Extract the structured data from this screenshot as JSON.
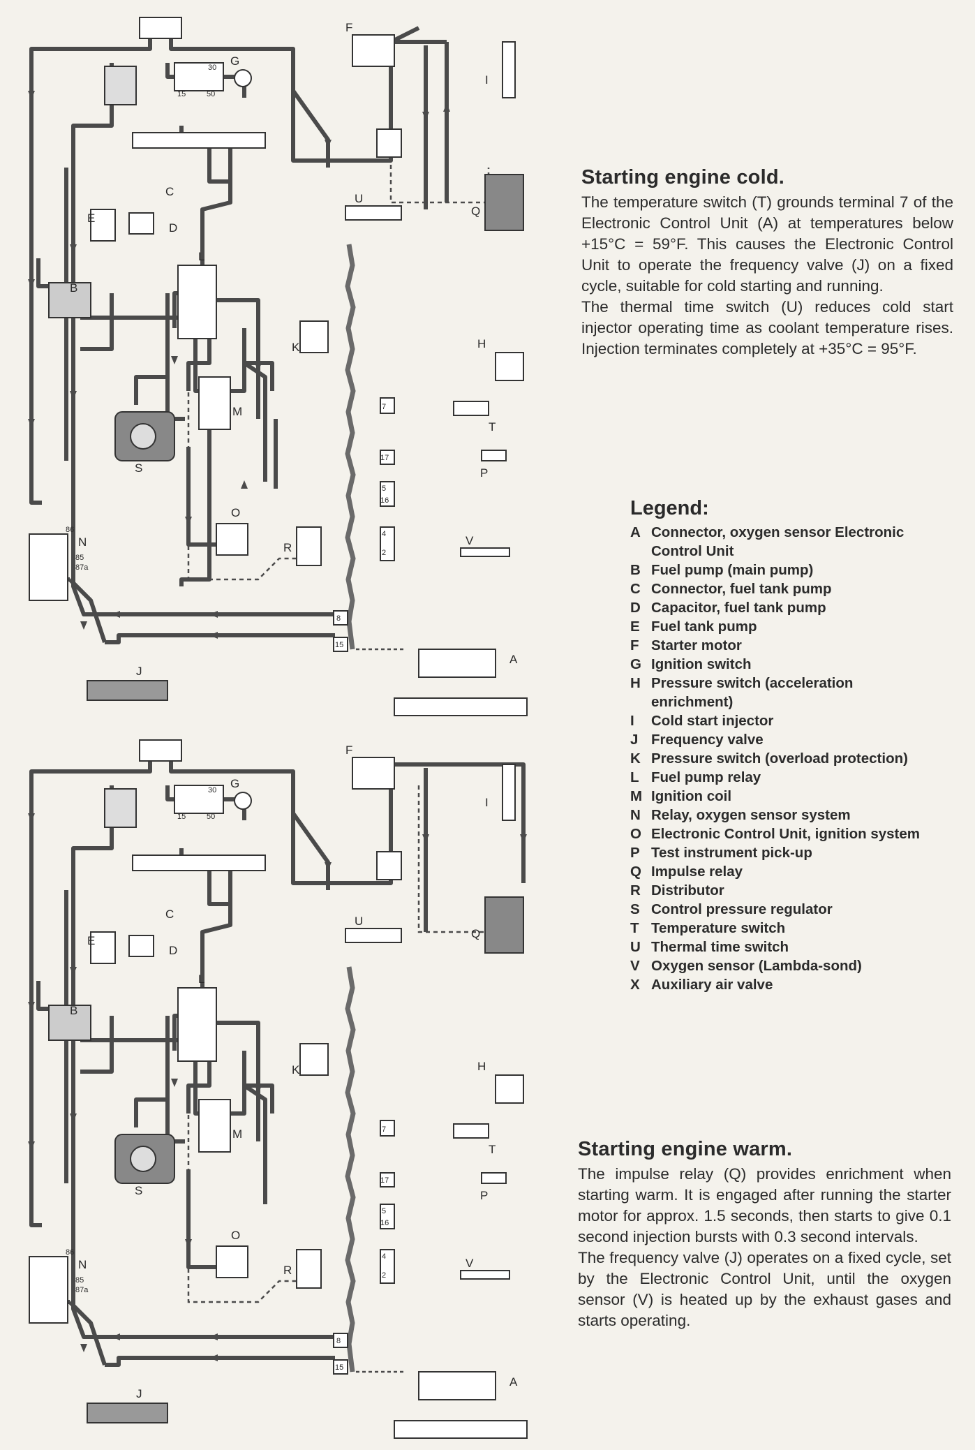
{
  "cold": {
    "title": "Starting engine cold.",
    "paragraphs": [
      "The temperature switch (T) grounds terminal 7 of the Electronic Control Unit (A) at temperatures below +15°C = 59°F. This causes the Electronic Control Unit to operate the frequency valve (J) on a fixed cycle, suitable for cold starting and running.",
      "The thermal time switch (U) reduces cold start injector operating time as coolant temperature rises. Injection terminates completely at +35°C = 95°F."
    ]
  },
  "legend": {
    "title": "Legend:",
    "items": [
      {
        "code": "A",
        "text": "Connector, oxygen sensor Electronic Control Unit"
      },
      {
        "code": "B",
        "text": "Fuel pump (main pump)"
      },
      {
        "code": "C",
        "text": "Connector, fuel tank pump"
      },
      {
        "code": "D",
        "text": "Capacitor, fuel tank pump"
      },
      {
        "code": "E",
        "text": "Fuel tank pump"
      },
      {
        "code": "F",
        "text": "Starter motor"
      },
      {
        "code": "G",
        "text": "Ignition switch"
      },
      {
        "code": "H",
        "text": "Pressure switch (acceleration enrichment)"
      },
      {
        "code": "I",
        "text": "Cold start injector"
      },
      {
        "code": "J",
        "text": "Frequency valve"
      },
      {
        "code": "K",
        "text": "Pressure switch (overload protection)"
      },
      {
        "code": "L",
        "text": "Fuel pump relay"
      },
      {
        "code": "M",
        "text": "Ignition coil"
      },
      {
        "code": "N",
        "text": "Relay, oxygen sensor system"
      },
      {
        "code": "O",
        "text": "Electronic Control Unit, ignition system"
      },
      {
        "code": "P",
        "text": "Test instrument pick-up"
      },
      {
        "code": "Q",
        "text": "Impulse relay"
      },
      {
        "code": "R",
        "text": "Distributor"
      },
      {
        "code": "S",
        "text": "Control pressure regulator"
      },
      {
        "code": "T",
        "text": "Temperature switch"
      },
      {
        "code": "U",
        "text": "Thermal time switch"
      },
      {
        "code": "V",
        "text": "Oxygen sensor (Lambda-sond)"
      },
      {
        "code": "X",
        "text": "Auxiliary air valve"
      }
    ]
  },
  "warm": {
    "title": "Starting engine warm.",
    "paragraphs": [
      "The impulse relay (Q) provides enrichment when starting warm. It is engaged after running the starter motor for approx. 1.5 seconds, then starts to give 0.1 second injection bursts with 0.3 second intervals.",
      "The frequency valve (J) operates on a fixed cycle, set by the Electronic Control Unit, until the oxygen sensor (V) is heated up by the exhaust gases and starts operating."
    ]
  },
  "diagram": {
    "component_labels": [
      "A",
      "B",
      "C",
      "D",
      "E",
      "F",
      "G",
      "H",
      "I",
      "J",
      "K",
      "L",
      "M",
      "N",
      "O",
      "P",
      "Q",
      "R",
      "S",
      "T",
      "U",
      "V"
    ],
    "terminal_numbers": [
      "7",
      "17",
      "5",
      "16",
      "4",
      "2",
      "8",
      "15"
    ],
    "switch_terminals": [
      "30",
      "15",
      "50"
    ],
    "relay_terminals": [
      "86",
      "85",
      "87a"
    ]
  }
}
